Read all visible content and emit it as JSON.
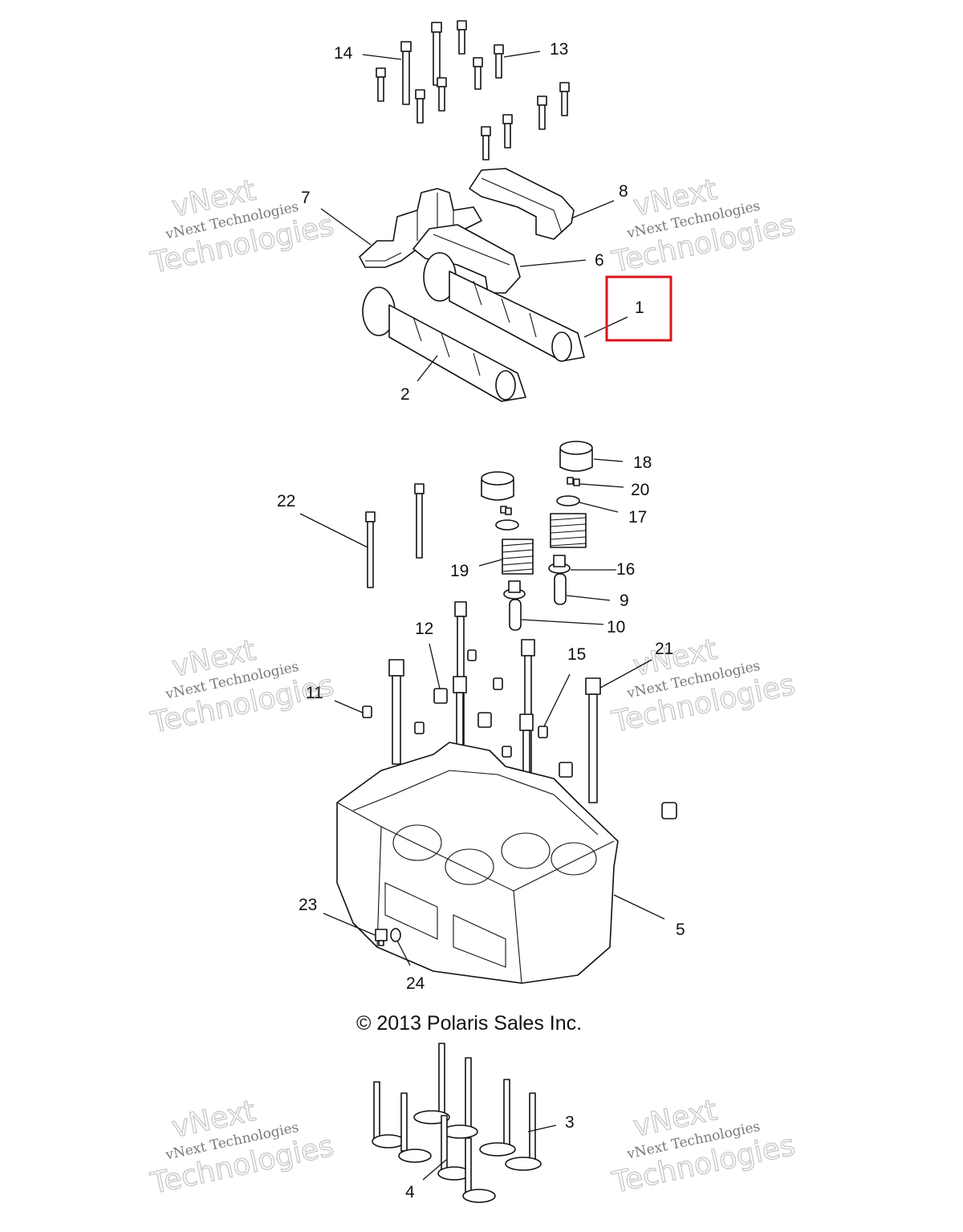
{
  "copyright": "© 2013 Polaris Sales Inc.",
  "watermark": {
    "line1": "vNext",
    "line2": "vNext Technologies",
    "line3": "Technologies"
  },
  "highlight_color": "#d9151b",
  "labels": {
    "p1": "1",
    "p2": "2",
    "p3": "3",
    "p4": "4",
    "p5": "5",
    "p6": "6",
    "p7": "7",
    "p8": "8",
    "p9": "9",
    "p10": "10",
    "p11": "11",
    "p12": "12",
    "p13": "13",
    "p14": "14",
    "p15": "15",
    "p16": "16",
    "p17": "17",
    "p18": "18",
    "p19": "19",
    "p20": "20",
    "p21": "21",
    "p22": "22",
    "p23": "23",
    "p24": "24"
  }
}
